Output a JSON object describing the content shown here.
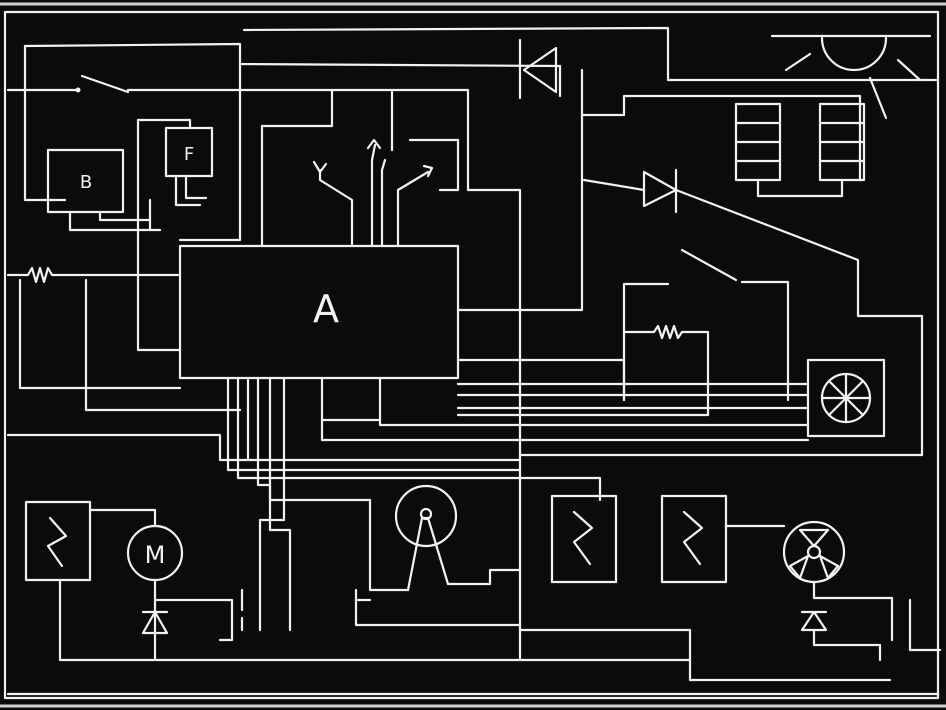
{
  "diagram": {
    "labels": {
      "controller": "A",
      "battery": "B",
      "fuse": "F",
      "motor": "M"
    },
    "colors": {
      "background": "#0b0b0b",
      "chalk": "#f2f2f2"
    }
  }
}
